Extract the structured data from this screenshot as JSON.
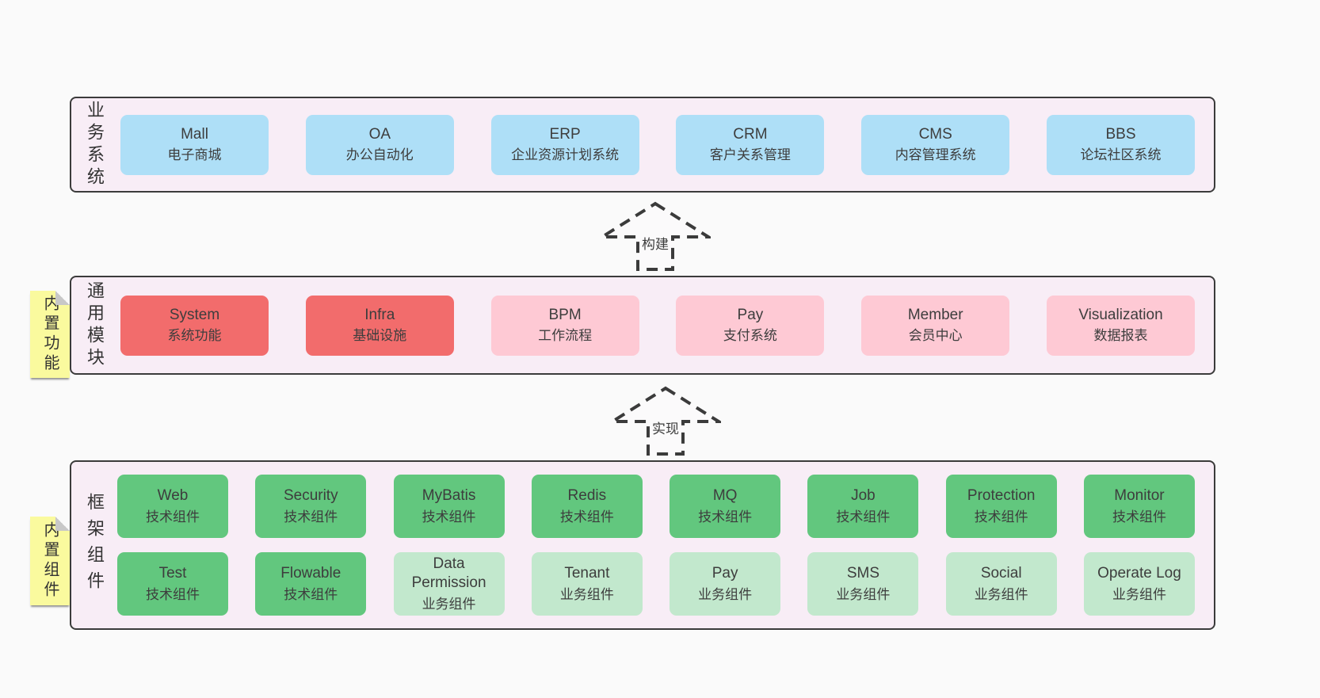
{
  "palette": {
    "page_bg": "#fafafa",
    "panel_bg": "#f8edf6",
    "panel_border": "#3b3b3b",
    "blue": "#aedff7",
    "red": "#f26c6c",
    "pink": "#fec9d4",
    "green": "#62c77e",
    "green_light": "#c2e8cd",
    "sticky_yellow": "#fafa9e",
    "fold_gray": "#c8c8c8",
    "text": "#3d3d3d"
  },
  "arrows": {
    "build": "构建",
    "implement": "实现"
  },
  "layers": {
    "business": {
      "label": "业务系统",
      "boxes": [
        {
          "name": "Mall",
          "sub": "电子商城"
        },
        {
          "name": "OA",
          "sub": "办公自动化"
        },
        {
          "name": "ERP",
          "sub": "企业资源计划系统"
        },
        {
          "name": "CRM",
          "sub": "客户关系管理"
        },
        {
          "name": "CMS",
          "sub": "内容管理系统"
        },
        {
          "name": "BBS",
          "sub": "论坛社区系统"
        }
      ]
    },
    "modules": {
      "label": "通用模块",
      "sticky": "内置功能",
      "boxes": [
        {
          "name": "System",
          "sub": "系统功能"
        },
        {
          "name": "Infra",
          "sub": "基础设施"
        },
        {
          "name": "BPM",
          "sub": "工作流程"
        },
        {
          "name": "Pay",
          "sub": "支付系统"
        },
        {
          "name": "Member",
          "sub": "会员中心"
        },
        {
          "name": "Visualization",
          "sub": "数据报表"
        }
      ]
    },
    "framework": {
      "label": "框架组件",
      "sticky": "内置组件",
      "row1": [
        {
          "name": "Web",
          "sub": "技术组件"
        },
        {
          "name": "Security",
          "sub": "技术组件"
        },
        {
          "name": "MyBatis",
          "sub": "技术组件"
        },
        {
          "name": "Redis",
          "sub": "技术组件"
        },
        {
          "name": "MQ",
          "sub": "技术组件"
        },
        {
          "name": "Job",
          "sub": "技术组件"
        },
        {
          "name": "Protection",
          "sub": "技术组件"
        },
        {
          "name": "Monitor",
          "sub": "技术组件"
        }
      ],
      "row2": [
        {
          "name": "Test",
          "sub": "技术组件"
        },
        {
          "name": "Flowable",
          "sub": "技术组件"
        },
        {
          "name": "Data Permission",
          "sub": "业务组件"
        },
        {
          "name": "Tenant",
          "sub": "业务组件"
        },
        {
          "name": "Pay",
          "sub": "业务组件"
        },
        {
          "name": "SMS",
          "sub": "业务组件"
        },
        {
          "name": "Social",
          "sub": "业务组件"
        },
        {
          "name": "Operate Log",
          "sub": "业务组件"
        }
      ]
    }
  }
}
